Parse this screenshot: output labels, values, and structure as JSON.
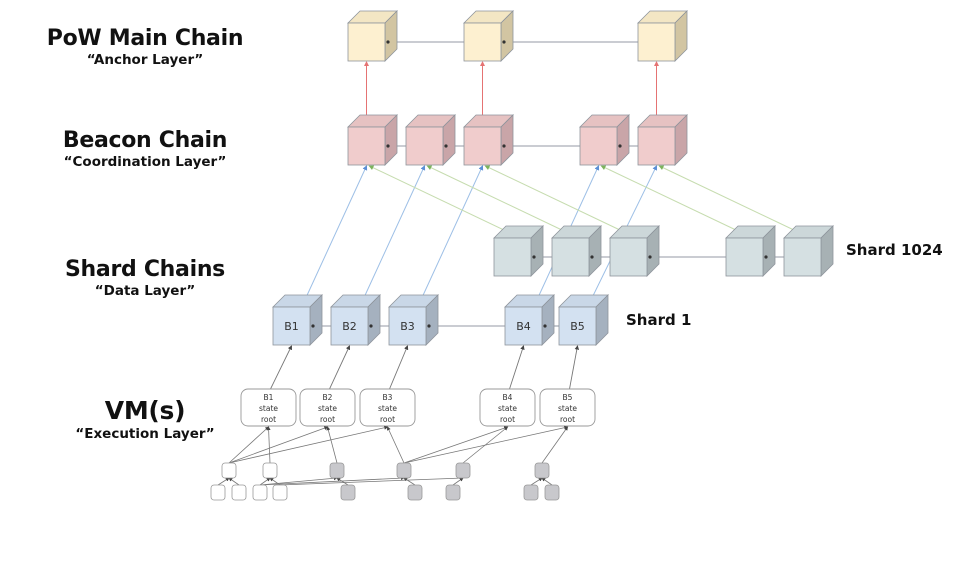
{
  "layers": [
    {
      "title": "PoW Main Chain",
      "subtitle": "“Anchor Layer”"
    },
    {
      "title": "Beacon Chain",
      "subtitle": "“Coordination Layer”"
    },
    {
      "title": "Shard Chains",
      "subtitle": "“Data Layer”"
    },
    {
      "title": "VM(s)",
      "subtitle": "“Execution Layer”"
    }
  ],
  "shards": {
    "shard_1024_label": "Shard 1024",
    "shard_1_label": "Shard 1"
  },
  "pow_blocks": 3,
  "beacon_blocks": 5,
  "shard_1024_blocks": 5,
  "shard_1_blocks": [
    "B1",
    "B2",
    "B3",
    "B4",
    "B5"
  ],
  "state_roots": [
    {
      "block": "B1",
      "line1": "state",
      "line2": "root"
    },
    {
      "block": "B2",
      "line1": "state",
      "line2": "root"
    },
    {
      "block": "B3",
      "line1": "state",
      "line2": "root"
    },
    {
      "block": "B4",
      "line1": "state",
      "line2": "root"
    },
    {
      "block": "B5",
      "line1": "state",
      "line2": "root"
    }
  ],
  "colors": {
    "pow_front": "#fdf0d0",
    "pow_top": "#f3e6c4",
    "pow_side": "#d2c5a2",
    "beacon_front": "#f0cccc",
    "beacon_top": "#e6c2c2",
    "beacon_side": "#c9a5a8",
    "shard1024_front": "#d5e0e2",
    "shard1024_top": "#ccd7d9",
    "shard1024_side": "#a7b1b4",
    "shard1_front": "#d3e1f1",
    "shard1_top": "#c9d7e7",
    "shard1_side": "#a5b1bf",
    "anchor_link": "#e57373",
    "crosslink_blue": "#9dbfe6",
    "crosslink_green": "#c6dcaf",
    "chain_link": "#b8bcc4",
    "state_link": "#777777",
    "trie_gray": "#c8c8cc",
    "trie_white": "#ffffff"
  }
}
